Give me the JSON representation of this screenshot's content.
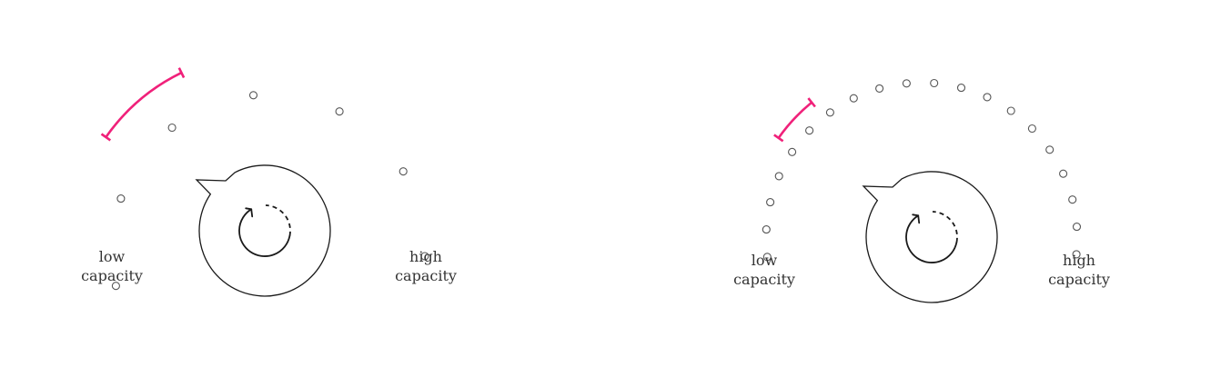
{
  "colors": {
    "marker": "#f0217a",
    "stroke": "#1a1a1a",
    "dot": "#555555",
    "text": "#333333"
  },
  "panels": [
    {
      "id": "left",
      "low_label": [
        "low",
        "capacity"
      ],
      "high_label": [
        "high",
        "capacity"
      ],
      "slot_count": 7,
      "marker_icon": "range-marker-icon",
      "dial_icon": "circular-arrow-icon"
    },
    {
      "id": "right",
      "low_label": [
        "low",
        "capacity"
      ],
      "high_label": [
        "high",
        "capacity"
      ],
      "slot_count": 20,
      "marker_icon": "range-marker-icon",
      "dial_icon": "circular-arrow-icon"
    }
  ]
}
